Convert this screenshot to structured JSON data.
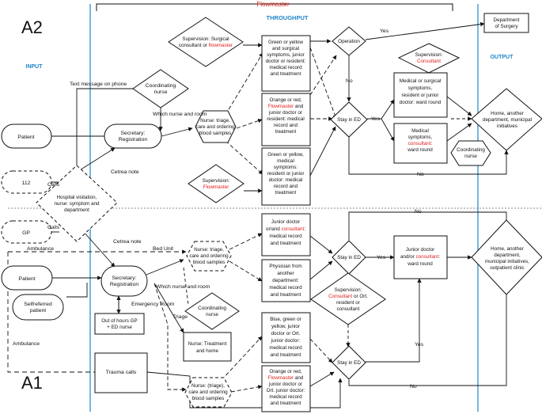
{
  "header": {
    "flowmaster": "Flowmaster",
    "throughput": "THROUGHPUT",
    "input": "INPUT",
    "output": "OUTPUT"
  },
  "areas": {
    "a2": "A2",
    "a1": "A1"
  },
  "sources": {
    "patient_top": "Patient",
    "n112": "112",
    "gp": "GP",
    "patient_bottom": "Patient",
    "selfreferred": [
      "Selfreferred",
      "patient"
    ]
  },
  "edge_labels": {
    "text_message": "Text message on phone",
    "which_nurse_room_top": "Which nurse and room",
    "cetrea_top": "Cetrea note",
    "calls_1": "Calls",
    "calls_2": "Calls",
    "ambulance_1": "Ambulance",
    "ambulance_2": "Ambulance",
    "cetrea_bottom": "Cetrea note",
    "bed_unit": "Bed Unit",
    "which_nurse_room_bottom": "Which nurse and room",
    "emergency_room": "Emergency Room",
    "triage": "Triage",
    "yes_operation": "Yes",
    "no_operation": "No",
    "yes_stay_top": "Yes",
    "no_stay_top": "No",
    "no_mid": "No",
    "yes_stay_mid": "Yes",
    "yes_stay_bottom": "Yes",
    "no_stay_bottom": "No"
  },
  "nodes": {
    "coord_top": [
      "Coordinating",
      "nurse"
    ],
    "secretary_top": [
      "Secretary:",
      "Registration"
    ],
    "nurse_triage_top": [
      "Nurse: triage,",
      "care and ordering",
      "blood samples"
    ],
    "supervision_surgical": [
      [
        "Supervision: Surgical"
      ],
      [
        "consultant or ",
        "flowmaster"
      ]
    ],
    "green_surgical": [
      "Green or yellow",
      "and surgical",
      "symptoms, junior",
      "doctor or resident:",
      "medical record",
      "and treatment"
    ],
    "orange_top": [
      [
        "Orange or red,"
      ],
      [
        "Flowmaster",
        " and"
      ],
      [
        "junior doctor or"
      ],
      [
        "resident: medical"
      ],
      [
        "record and"
      ],
      [
        "treatment"
      ]
    ],
    "green_medical": [
      "Green or yellow,",
      "medical",
      "symptoms:",
      "resident or junior",
      "doctor: medical",
      "record and",
      "treatment"
    ],
    "supervision_flowmaster": [
      [
        "Supervision:"
      ],
      [
        "Flowmaster"
      ]
    ],
    "hospital_visitation": [
      "Hospital visitation,",
      "nurse: symptom and",
      "department"
    ],
    "operation": "Operation",
    "stay_top": "Stay in ED",
    "department_surgery": [
      "Department",
      "of Surgery"
    ],
    "supervision_consultant_top": [
      [
        "Supervision:"
      ],
      [
        "Consultant"
      ]
    ],
    "ward_round_top": [
      "Medical or surgical",
      "symptoms,",
      "resident or junior",
      "doctor: ward round"
    ],
    "medical_symptoms": [
      [
        "Medical"
      ],
      [
        "symptoms,"
      ],
      [
        "consultant",
        ":"
      ],
      [
        "ward round"
      ]
    ],
    "coord_right": [
      "Coordinating",
      "nurse"
    ],
    "home_top": [
      "Home, another",
      "department, municipal",
      "initiatives"
    ],
    "secretary_bottom": [
      "Secretary:",
      "Registration"
    ],
    "nurse_triage_bottom": [
      "Nurse: triage,",
      "care and ordering",
      "blood samples"
    ],
    "junior_or_consultant": [
      [
        "Junior doctor"
      ],
      [
        "or/and ",
        "consultant",
        ":"
      ],
      [
        "medical record"
      ],
      [
        "and treatment"
      ]
    ],
    "physician_other": [
      "Physician from",
      "another",
      "department:",
      "medical record",
      "and treatment"
    ],
    "stay_mid": "Stay in ED",
    "junior_consultant_ward": [
      [
        "Junior doctor"
      ],
      [
        "and/or ",
        "consultant",
        ":"
      ],
      [
        "ward round"
      ]
    ],
    "home_bottom": [
      "Home, another",
      "department,",
      "municipal initiatives,",
      "outpatient clinic"
    ],
    "coord_bottom": [
      "Coordinating",
      "nurse"
    ],
    "out_of_hours": [
      "Out of hours GP",
      "+ ED nurse"
    ],
    "supervision_consultant_ort": [
      [
        "Supervision:"
      ],
      [
        "Consultant",
        " or Ort."
      ],
      [
        "resident or"
      ],
      [
        "consultant"
      ]
    ],
    "nurse_treatment_home": [
      "Nurse: Treatment",
      "and home"
    ],
    "blue_green": [
      "Blue, green or",
      "yellow, junior",
      "doctor or Ort.",
      "junior doctor:",
      "medical record",
      "and treatment"
    ],
    "stay_bottom": "Stay in ED",
    "trauma_calls": "Trauma calls",
    "nurse_triage_last": [
      "Nurse: (triage),",
      "care and ordering",
      "blood samples"
    ],
    "orange_bottom": [
      [
        "Orange or red,"
      ],
      [
        "Flowmaster",
        " and"
      ],
      [
        "junior doctor or"
      ],
      [
        "Ort. junior doctor:"
      ],
      [
        "medical record"
      ],
      [
        "and treatment"
      ]
    ]
  },
  "colors": {
    "lane_line": "#1f86c8",
    "label_blue": "#1f86c8",
    "highlight_red": "#e02020",
    "stroke": "#111111"
  }
}
